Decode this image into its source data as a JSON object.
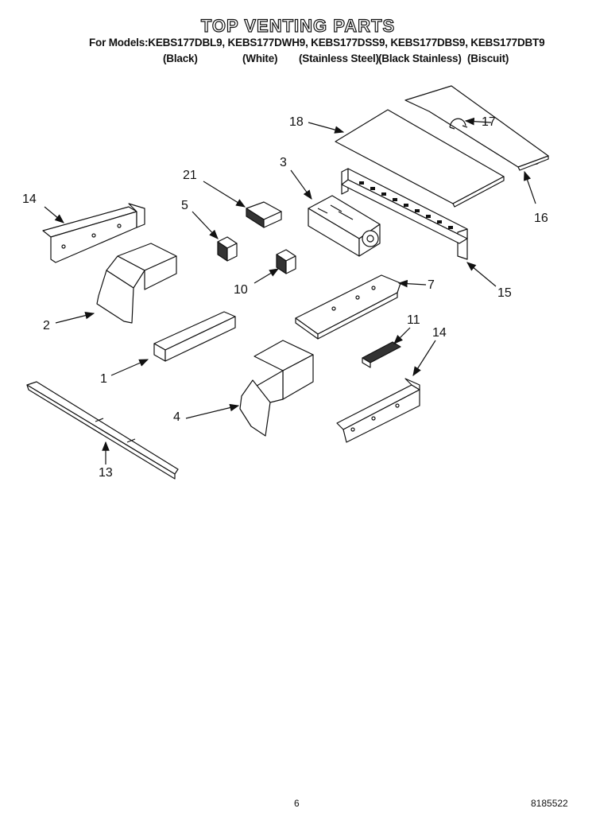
{
  "title": "TOP VENTING PARTS",
  "models_line": "For Models:KEBS177DBL9, KEBS177DWH9, KEBS177DSS9, KEBS177DBS9, KEBS177DBT9",
  "colors": {
    "black": "(Black)",
    "white": "(White)",
    "stainless": "(Stainless Steel)",
    "black_stainless": "(Black Stainless)",
    "biscuit": "(Biscuit)"
  },
  "callouts": {
    "p1": "1",
    "p2": "2",
    "p3": "3",
    "p4": "4",
    "p5": "5",
    "p7": "7",
    "p10": "10",
    "p11": "11",
    "p13": "13",
    "p14a": "14",
    "p14b": "14",
    "p15": "15",
    "p16": "16",
    "p17": "17",
    "p18": "18",
    "p21": "21"
  },
  "footer": {
    "page": "6",
    "doc_number": "8185522"
  }
}
